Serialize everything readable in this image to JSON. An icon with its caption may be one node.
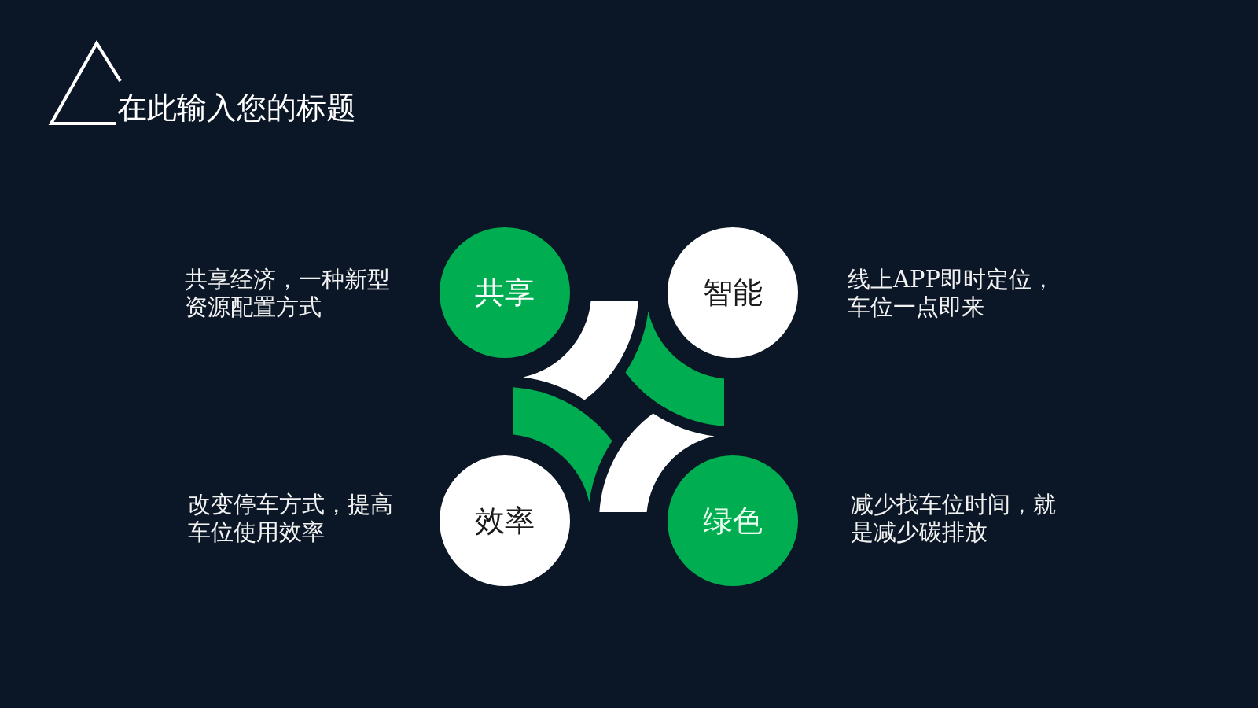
{
  "diagram": {
    "title": "在此输入您的标题",
    "nodes": [
      {
        "text": [
          "共享"
        ],
        "beside": [
          "共享经济，一种新型资源配置方式"
        ]
      },
      {
        "text": [
          "智能"
        ],
        "beside": [
          "线上APP即时定位，车位一点即来"
        ]
      },
      {
        "text": [
          "效率"
        ],
        "beside": [
          "改变停车方式，提高车位使用效率"
        ]
      },
      {
        "text": [
          "绿色"
        ],
        "beside": [
          "减少找车位时间，就是减少碳排放"
        ]
      }
    ]
  }
}
